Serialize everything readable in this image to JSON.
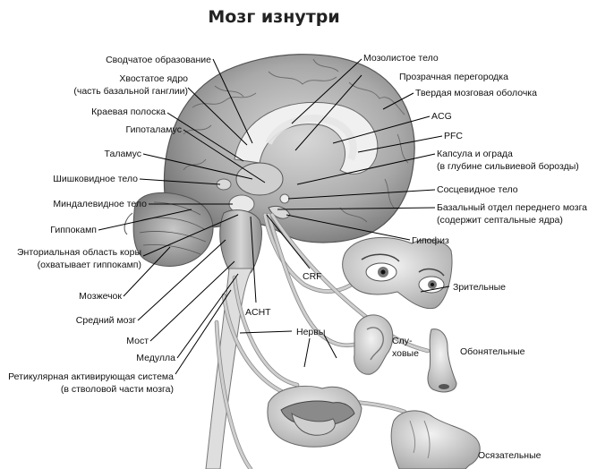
{
  "title": "Мозг изнутри",
  "labels_left": {
    "fornix": "Сводчатое образование",
    "caudate_1": "Хвостатое ядро",
    "caudate_2": "(часть базальной ганглии)",
    "stria": "Краевая полоска",
    "hypothalamus": "Гипоталамус",
    "thalamus": "Таламус",
    "pineal": "Шишковидное тело",
    "amygdala": "Миндалевидное тело",
    "hippocampus": "Гиппокамп",
    "entorhinal_1": "Энториальная область коры",
    "entorhinal_2": "(охватывает гиппокамп)",
    "cerebellum": "Мозжечок",
    "midbrain": "Средний мозг",
    "pons": "Мост",
    "medulla": "Медулла",
    "reticular_1": "Ретикулярная активирующая система",
    "reticular_2": "(в стволовой части мозга)"
  },
  "labels_right": {
    "corpus_callosum": "Мозолистое тело",
    "septum": "Прозрачная перегородка",
    "dura": "Твердая мозговая оболочка",
    "acg": "ACG",
    "pfc": "PFC",
    "capsule_1": "Капсула и ограда",
    "capsule_2": "(в глубине сильвиевой борозды)",
    "mammillary": "Сосцевидное тело",
    "basal_1": "Базальный отдел переднего мозга",
    "basal_2": "(содержит септальные ядра)",
    "pituitary": "Гипофиз"
  },
  "labels_center": {
    "crf": "CRF",
    "acth": "ACHT",
    "nerves": "Нервы"
  },
  "senses": {
    "visual": "Зрительные",
    "auditory_1": "Слу-",
    "auditory_2": "ховые",
    "olfactory": "Обонятельные",
    "tactile": "Осязательные"
  }
}
